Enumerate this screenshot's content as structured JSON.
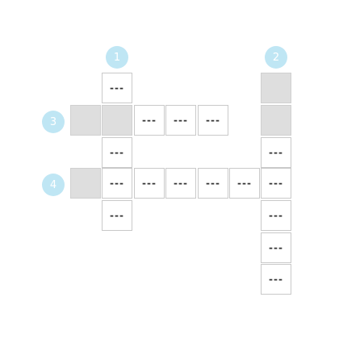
{
  "clue_numbers": [
    "1",
    "2",
    "3",
    "4"
  ],
  "placeholder": "---"
}
